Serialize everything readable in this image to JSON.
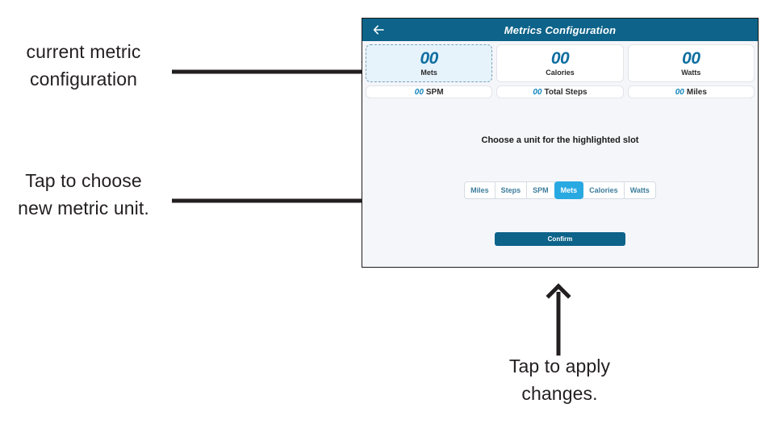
{
  "annotations": {
    "current_config": "current metric\nconfiguration",
    "tap_choose_unit": "Tap to choose\nnew metric unit.",
    "tap_apply": "Tap to apply\nchanges."
  },
  "device": {
    "header": {
      "title": "Metrics Configuration",
      "back_icon": "arrow-left-icon"
    },
    "tiles": [
      {
        "value": "00",
        "label": "Mets",
        "selected": true,
        "secondary_value": "00",
        "secondary_label": "SPM"
      },
      {
        "value": "00",
        "label": "Calories",
        "selected": false,
        "secondary_value": "00",
        "secondary_label": "Total Steps"
      },
      {
        "value": "00",
        "label": "Watts",
        "selected": false,
        "secondary_value": "00",
        "secondary_label": "Miles"
      }
    ],
    "prompt": {
      "lead": "Choose a unit for the ",
      "emphasis": "highlighted",
      "trail": " slot"
    },
    "unit_picker": {
      "options": [
        "Miles",
        "Steps",
        "SPM",
        "Mets",
        "Calories",
        "Watts"
      ],
      "selected": "Mets"
    },
    "confirm_label": "Confirm"
  },
  "colors": {
    "header_bar": "#0d6389",
    "accent_blue": "#29a9e1",
    "value_blue": "#0f6ea0",
    "selected_tile_bg": "#e6f3fb",
    "screen_bg": "#f5f6fa",
    "annotation_text": "#231f20"
  }
}
